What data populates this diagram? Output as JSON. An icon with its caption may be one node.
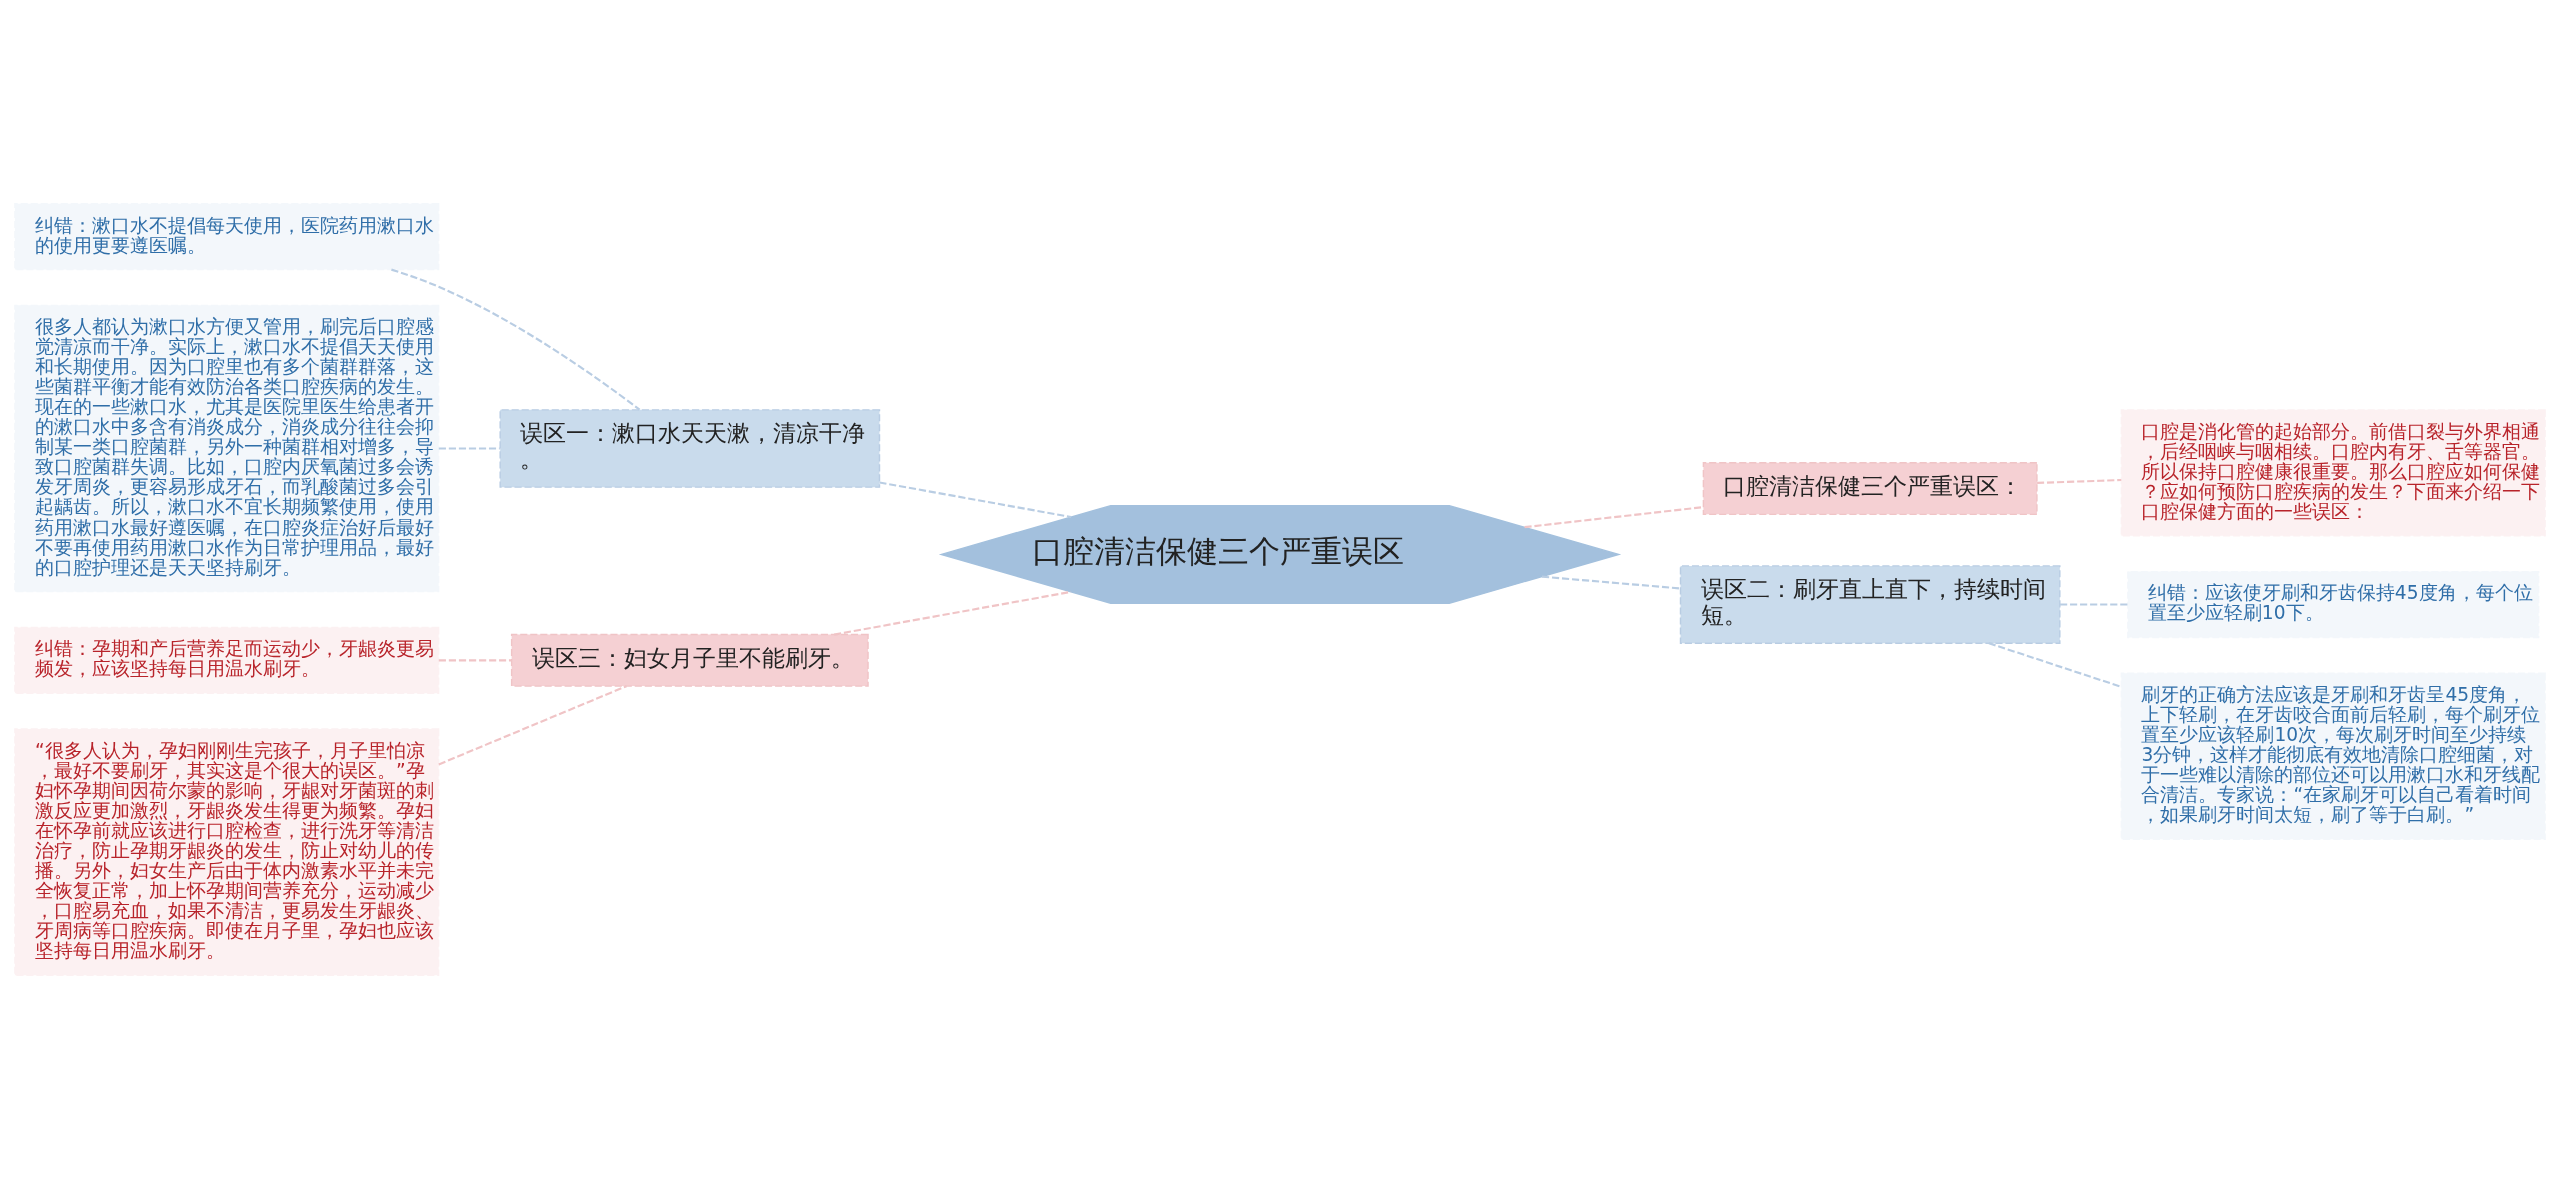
{
  "diagram": {
    "nodes": [
      {
        "text": [
          "口腔清洁保健三个严重误区"
        ]
      },
      {
        "text": [
          "误区一：漱口水天天漱，清凉干净。"
        ]
      },
      {
        "text": [
          "纠错：漱口水不提倡每天使用，医院药用漱口水的使用更要遵医嘱。"
        ]
      },
      {
        "text": [
          "很多人都认为漱口水方便又管用，刷完后口腔感觉清凉而干净。实际上，漱口水不提倡天天使用和长期使用。因为口腔里也有多个菌群群落，这些菌群平衡才能有效防治各类口腔疾病的发生。现在的一些漱口水，尤其是医院里医生给患者开的漱口水中多含有消炎成分，消炎成分往往会抑制某一类口腔菌群，另外一种菌群相对增多，导致口腔菌群失调。比如，口腔内厌氧菌过多会诱发牙周炎，更容易形成牙石，而乳酸菌过多会引起龋齿。所以，漱口水不宜长期频繁使用，使用药用漱口水最好遵医嘱，在口腔炎症治好后最好不要再使用药用漱口水作为日常护理用品，最好的口腔护理还是天天坚持刷牙。"
        ]
      },
      {
        "text": [
          "误区三：妇女月子里不能刷牙。"
        ]
      },
      {
        "text": [
          "纠错：孕期和产后营养足而运动少，牙龈炎更易频发，应该坚持每日用温水刷牙。"
        ]
      },
      {
        "text": [
          "“很多人认为，孕妇刚刚生完孩子，月子里怕凉，最好不要刷牙，其实这是个很大的误区。”孕妇怀孕期间因荷尔蒙的影响，牙龈对牙菌斑的刺激反应更加激烈，牙龈炎发生得更为频繁。孕妇在怀孕前就应该进行口腔检查，进行洗牙等清洁治疗，防止孕期牙龈炎的发生，防止对幼儿的传播。另外，妇女生产后由于体内激素水平并未完全恢复正常，加上怀孕期间营养充分，运动减少，口腔易充血，如果不清洁，更易发生牙龈炎、牙周病等口腔疾病。即使在月子里，孕妇也应该坚持每日用温水刷牙。"
        ]
      },
      {
        "text": [
          "口腔清洁保健三个严重误区："
        ]
      },
      {
        "text": [
          "口腔是消化管的起始部分。前借口裂与外界相通，后经咽峡与咽相续。口腔内有牙、舌等器官。所以保持口腔健康很重要。那么口腔应如何保健？应如何预防口腔疾病的发生？下面来介绍一下口腔保健方面的一些误区："
        ]
      },
      {
        "text": [
          "误区二：刷牙直上直下，持续时间短。"
        ]
      },
      {
        "text": [
          "纠错：应该使牙刷和牙齿保持45度角，每个位置至少应轻刷10下。"
        ]
      },
      {
        "text": [
          "刷牙的正确方法应该是牙刷和牙齿呈45度角，上下轻刷，在牙齿咬合面前后轻刷，每个刷牙位置至少应该轻刷10次，每次刷牙时间至少持续3分钟，这样才能彻底有效地清除口腔细菌，对于一些难以清除的部位还可以用漱口水和牙线配合清洁。专家说：“在家刷牙可以自己看着时间，如果刷牙时间太短，刷了等于白刷。”"
        ]
      }
    ],
    "edges": [
      {
        "from": 0,
        "to": 1,
        "arrow": "none",
        "style": "dashed",
        "color": "#b9cde3"
      },
      {
        "from": 1,
        "to": 2,
        "arrow": "none",
        "style": "dashed",
        "color": "#b9cde3"
      },
      {
        "from": 1,
        "to": 3,
        "arrow": "none",
        "style": "dashed",
        "color": "#b9cde3"
      },
      {
        "from": 0,
        "to": 4,
        "arrow": "none",
        "style": "dashed",
        "color": "#f0c4c6"
      },
      {
        "from": 4,
        "to": 5,
        "arrow": "none",
        "style": "dashed",
        "color": "#f0c4c6"
      },
      {
        "from": 4,
        "to": 6,
        "arrow": "none",
        "style": "dashed",
        "color": "#f0c4c6"
      },
      {
        "from": 0,
        "to": 7,
        "arrow": "none",
        "style": "dashed",
        "color": "#f0c4c6"
      },
      {
        "from": 7,
        "to": 8,
        "arrow": "none",
        "style": "dashed",
        "color": "#f0c4c6"
      },
      {
        "from": 0,
        "to": 9,
        "arrow": "none",
        "style": "dashed",
        "color": "#b9cde3"
      },
      {
        "from": 9,
        "to": 10,
        "arrow": "none",
        "style": "dashed",
        "color": "#b9cde3"
      },
      {
        "from": 9,
        "to": 11,
        "arrow": "none",
        "style": "dashed",
        "color": "#b9cde3"
      }
    ]
  }
}
